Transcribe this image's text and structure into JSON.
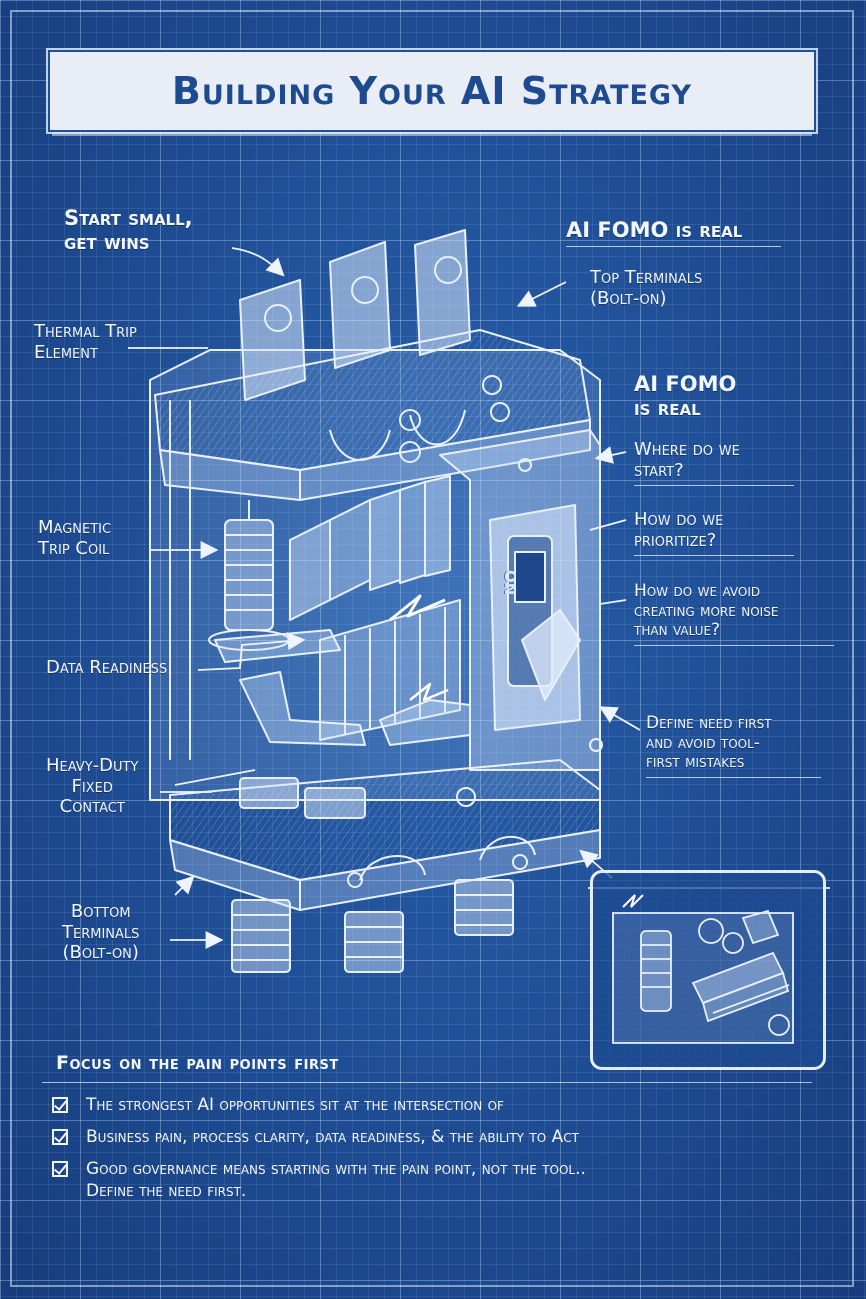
{
  "title": "Building Your AI Strategy",
  "labels": {
    "start_small": "Start small,",
    "get_wins": "get wins",
    "fomo_top": "AI FOMO is real",
    "top_terminals": "Top Terminals",
    "top_terminals_sub": "(Bolt-on)",
    "thermal_1": "Thermal Trip",
    "thermal_2": "Element",
    "fomo_side_1": "AI FOMO",
    "fomo_side_2": "is real",
    "where_1": "Where do we",
    "where_2": "start?",
    "prioritize_1": "How do we",
    "prioritize_2": "prioritize?",
    "avoid_1": "How do we avoid",
    "avoid_2": "creating more noise",
    "avoid_3": "than value?",
    "magnetic_1": "Magnetic",
    "magnetic_2": "Trip Coil",
    "data_readiness": "Data Readiness",
    "define_1": "Define need first",
    "define_2": "and avoid tool-",
    "define_3": "first mistakes",
    "heavy_1": "Heavy-Duty",
    "heavy_2": "Fixed",
    "heavy_3": "Contact",
    "bottom_1": "Bottom",
    "bottom_2": "Terminals",
    "bottom_3": "(Bolt-on)",
    "switch_on": "ON"
  },
  "focus": {
    "title": "Focus on the pain points first",
    "items": [
      "The strongest AI opportunities sit at the intersection of",
      "Business pain, process clarity, data readiness, & the ability to Act",
      "Good governance means starting with the pain point, not the tool..",
      "Define the need first."
    ]
  },
  "colors": {
    "background": "#1f4f96",
    "line": "#e8f0ff",
    "title_text": "#1e4a8f"
  }
}
